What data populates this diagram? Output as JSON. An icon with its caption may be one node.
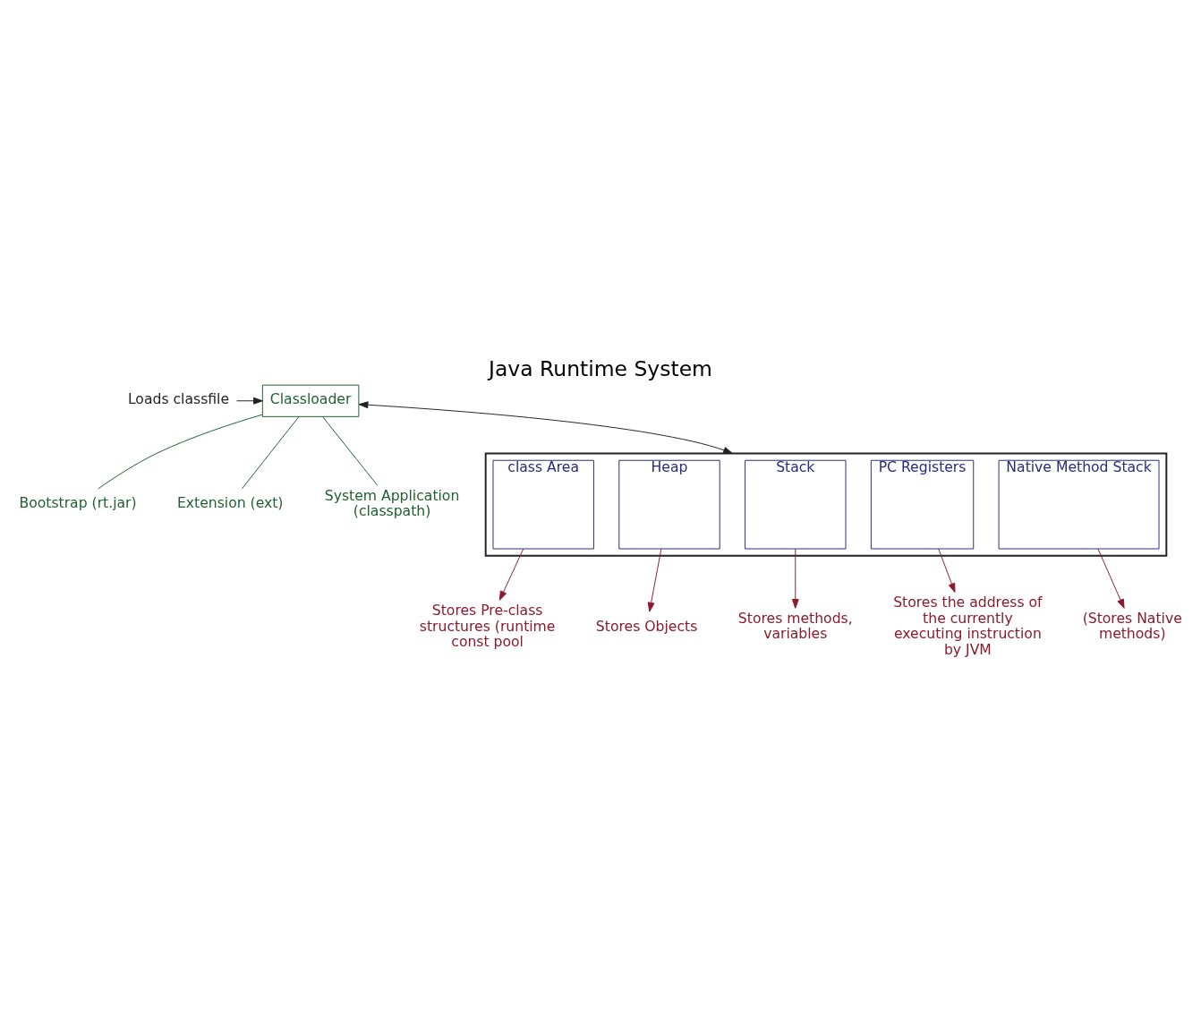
{
  "diagram": {
    "title": "Java Runtime System",
    "nodes": [
      {
        "text": [
          "Loads classfile"
        ]
      },
      {
        "text": [
          "Classloader"
        ]
      },
      {
        "text": [
          "Bootstrap (rt.jar)"
        ]
      },
      {
        "text": [
          "Extension (ext)"
        ]
      },
      {
        "text": [
          "System Application (classpath)"
        ]
      },
      {
        "text": [],
        "shape": "box"
      },
      {
        "text": [
          "class Area"
        ],
        "in": 5
      },
      {
        "text": [
          "Heap"
        ],
        "in": 5
      },
      {
        "text": [
          "Stack"
        ],
        "in": 5
      },
      {
        "text": [
          "PC Registers"
        ],
        "in": 5
      },
      {
        "text": [
          "Native Method Stack"
        ],
        "in": 5
      },
      {
        "text": [
          "Stores Pre-class structures (runtime const pool"
        ]
      },
      {
        "text": [
          "Stores Objects"
        ]
      },
      {
        "text": [
          "Stores methods, variables"
        ]
      },
      {
        "text": [
          "Stores the address of the currently executing instruction by JVM"
        ]
      },
      {
        "text": [
          "(Stores Native methods)"
        ]
      }
    ],
    "edges": [
      {
        "from": 0,
        "to": 1,
        "arrow": "to",
        "color": "#222222"
      },
      {
        "from": 1,
        "to": 2,
        "arrow": "none",
        "color": "#1f5f2f"
      },
      {
        "from": 1,
        "to": 3,
        "arrow": "none",
        "color": "#1f5f2f"
      },
      {
        "from": 1,
        "to": 4,
        "arrow": "none",
        "color": "#1f5f2f"
      },
      {
        "from": 1,
        "to": 5,
        "arrow": "both",
        "color": "#222222"
      },
      {
        "from": 6,
        "to": 11,
        "arrow": "to",
        "color": "#8b1a2a"
      },
      {
        "from": 7,
        "to": 12,
        "arrow": "to",
        "color": "#8b1a2a"
      },
      {
        "from": 8,
        "to": 13,
        "arrow": "to",
        "color": "#8b1a2a"
      },
      {
        "from": 9,
        "to": 14,
        "arrow": "to",
        "color": "#8b1a2a"
      },
      {
        "from": 10,
        "to": 15,
        "arrow": "to",
        "color": "#8b1a2a"
      }
    ]
  }
}
